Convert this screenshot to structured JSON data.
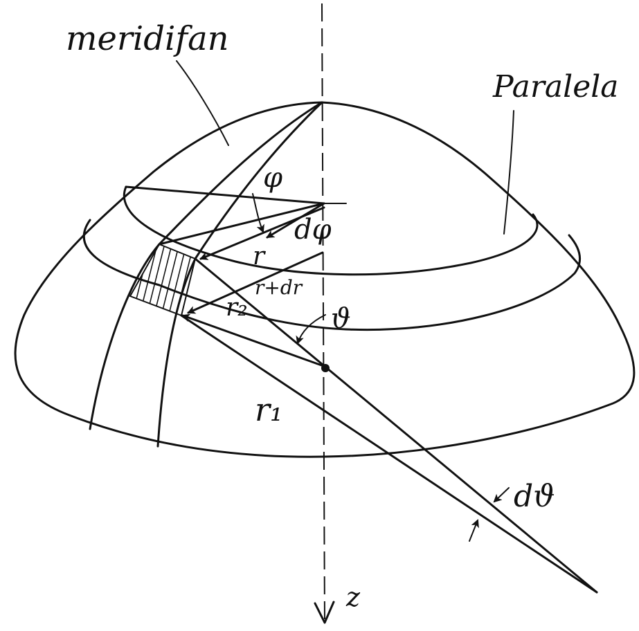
{
  "labels": {
    "meridian": "meridifan",
    "parallel": "Paralela",
    "phi": "φ",
    "dphi": "dφ",
    "r": "r",
    "r_plus_dr": "r+dr",
    "r2": "r₂",
    "r1": "r₁",
    "theta": "ϑ",
    "dtheta": "dϑ",
    "z": "z"
  },
  "colors": {
    "ink": "#111111",
    "background": "#ffffff"
  }
}
